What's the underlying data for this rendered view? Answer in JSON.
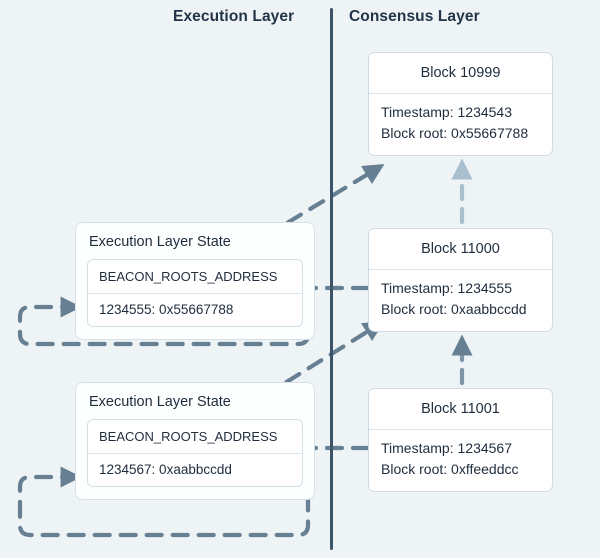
{
  "headers": {
    "execution_layer": "Execution Layer",
    "consensus_layer": "Consensus Layer"
  },
  "colors": {
    "background": "#eef3f5",
    "divider": "#3c5469",
    "card_border": "#cfdbe4",
    "arrow_dark": "#667f92",
    "arrow_light": "#a9bfce",
    "text": "#1f2d3d"
  },
  "consensus_layer": {
    "blocks": [
      {
        "id": "block-10999",
        "title": "Block 10999",
        "timestamp_label": "Timestamp: 1234543",
        "block_root_label": "Block root: 0x55667788"
      },
      {
        "id": "block-11000",
        "title": "Block 11000",
        "timestamp_label": "Timestamp: 1234555",
        "block_root_label": "Block root: 0xaabbccdd"
      },
      {
        "id": "block-11001",
        "title": "Block 11001",
        "timestamp_label": "Timestamp: 1234567",
        "block_root_label": "Block root: 0xffeeddcc"
      }
    ]
  },
  "execution_layer": {
    "states": [
      {
        "id": "el-state-1",
        "title": "Execution Layer State",
        "key": "BEACON_ROOTS_ADDRESS",
        "value": "1234555: 0x55667788"
      },
      {
        "id": "el-state-2",
        "title": "Execution Layer State",
        "key": "BEACON_ROOTS_ADDRESS",
        "value": "1234567: 0xaabbccdd"
      }
    ]
  },
  "connectors": [
    {
      "name": "diagonal-state1-to-block10999",
      "style": "dashed",
      "direction": "up-right"
    },
    {
      "name": "diagonal-state2-to-block11000",
      "style": "dashed",
      "direction": "up-right"
    },
    {
      "name": "block11000-to-state1-loop",
      "style": "dashed",
      "direction": "left-loop"
    },
    {
      "name": "block11001-to-state2-loop",
      "style": "dashed",
      "direction": "left-loop"
    },
    {
      "name": "block11001-to-block11000",
      "style": "dashed",
      "direction": "up"
    },
    {
      "name": "block11000-to-block10999",
      "style": "dashed",
      "direction": "up"
    }
  ]
}
